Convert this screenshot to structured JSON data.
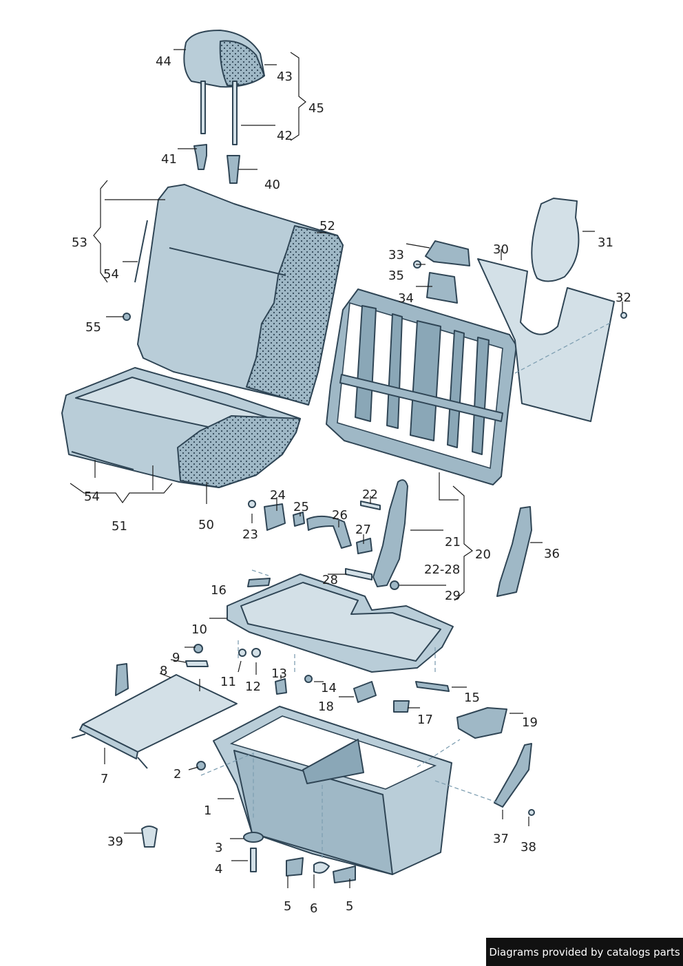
{
  "callouts": {
    "c1": "1",
    "c2": "2",
    "c3": "3",
    "c4": "4",
    "c5a": "5",
    "c5b": "5",
    "c6": "6",
    "c7": "7",
    "c8": "8",
    "c9": "9",
    "c10": "10",
    "c11": "11",
    "c12": "12",
    "c13": "13",
    "c14": "14",
    "c15": "15",
    "c16": "16",
    "c17": "17",
    "c18": "18",
    "c19": "19",
    "c20": "20",
    "c21": "21",
    "c22": "22",
    "c22_28": "22-28",
    "c23": "23",
    "c24": "24",
    "c25": "25",
    "c26": "26",
    "c27": "27",
    "c28": "28",
    "c29": "29",
    "c30": "30",
    "c31": "31",
    "c32": "32",
    "c33": "33",
    "c34": "34",
    "c35": "35",
    "c36": "36",
    "c37": "37",
    "c38": "38",
    "c39": "39",
    "c40": "40",
    "c41": "41",
    "c42": "42",
    "c43": "43",
    "c44": "44",
    "c45": "45",
    "c50": "50",
    "c51": "51",
    "c52": "52",
    "c53": "53",
    "c54a": "54",
    "c54b": "54",
    "c55": "55"
  },
  "footer": {
    "text": "Diagrams provided by catalogs parts"
  },
  "colors": {
    "part_fill": "#b9cdd8",
    "part_shade": "#9fb8c6",
    "part_light": "#d3e0e7",
    "outline": "#2f4555",
    "badge_bg": "#111111",
    "badge_text": "#ffffff"
  }
}
